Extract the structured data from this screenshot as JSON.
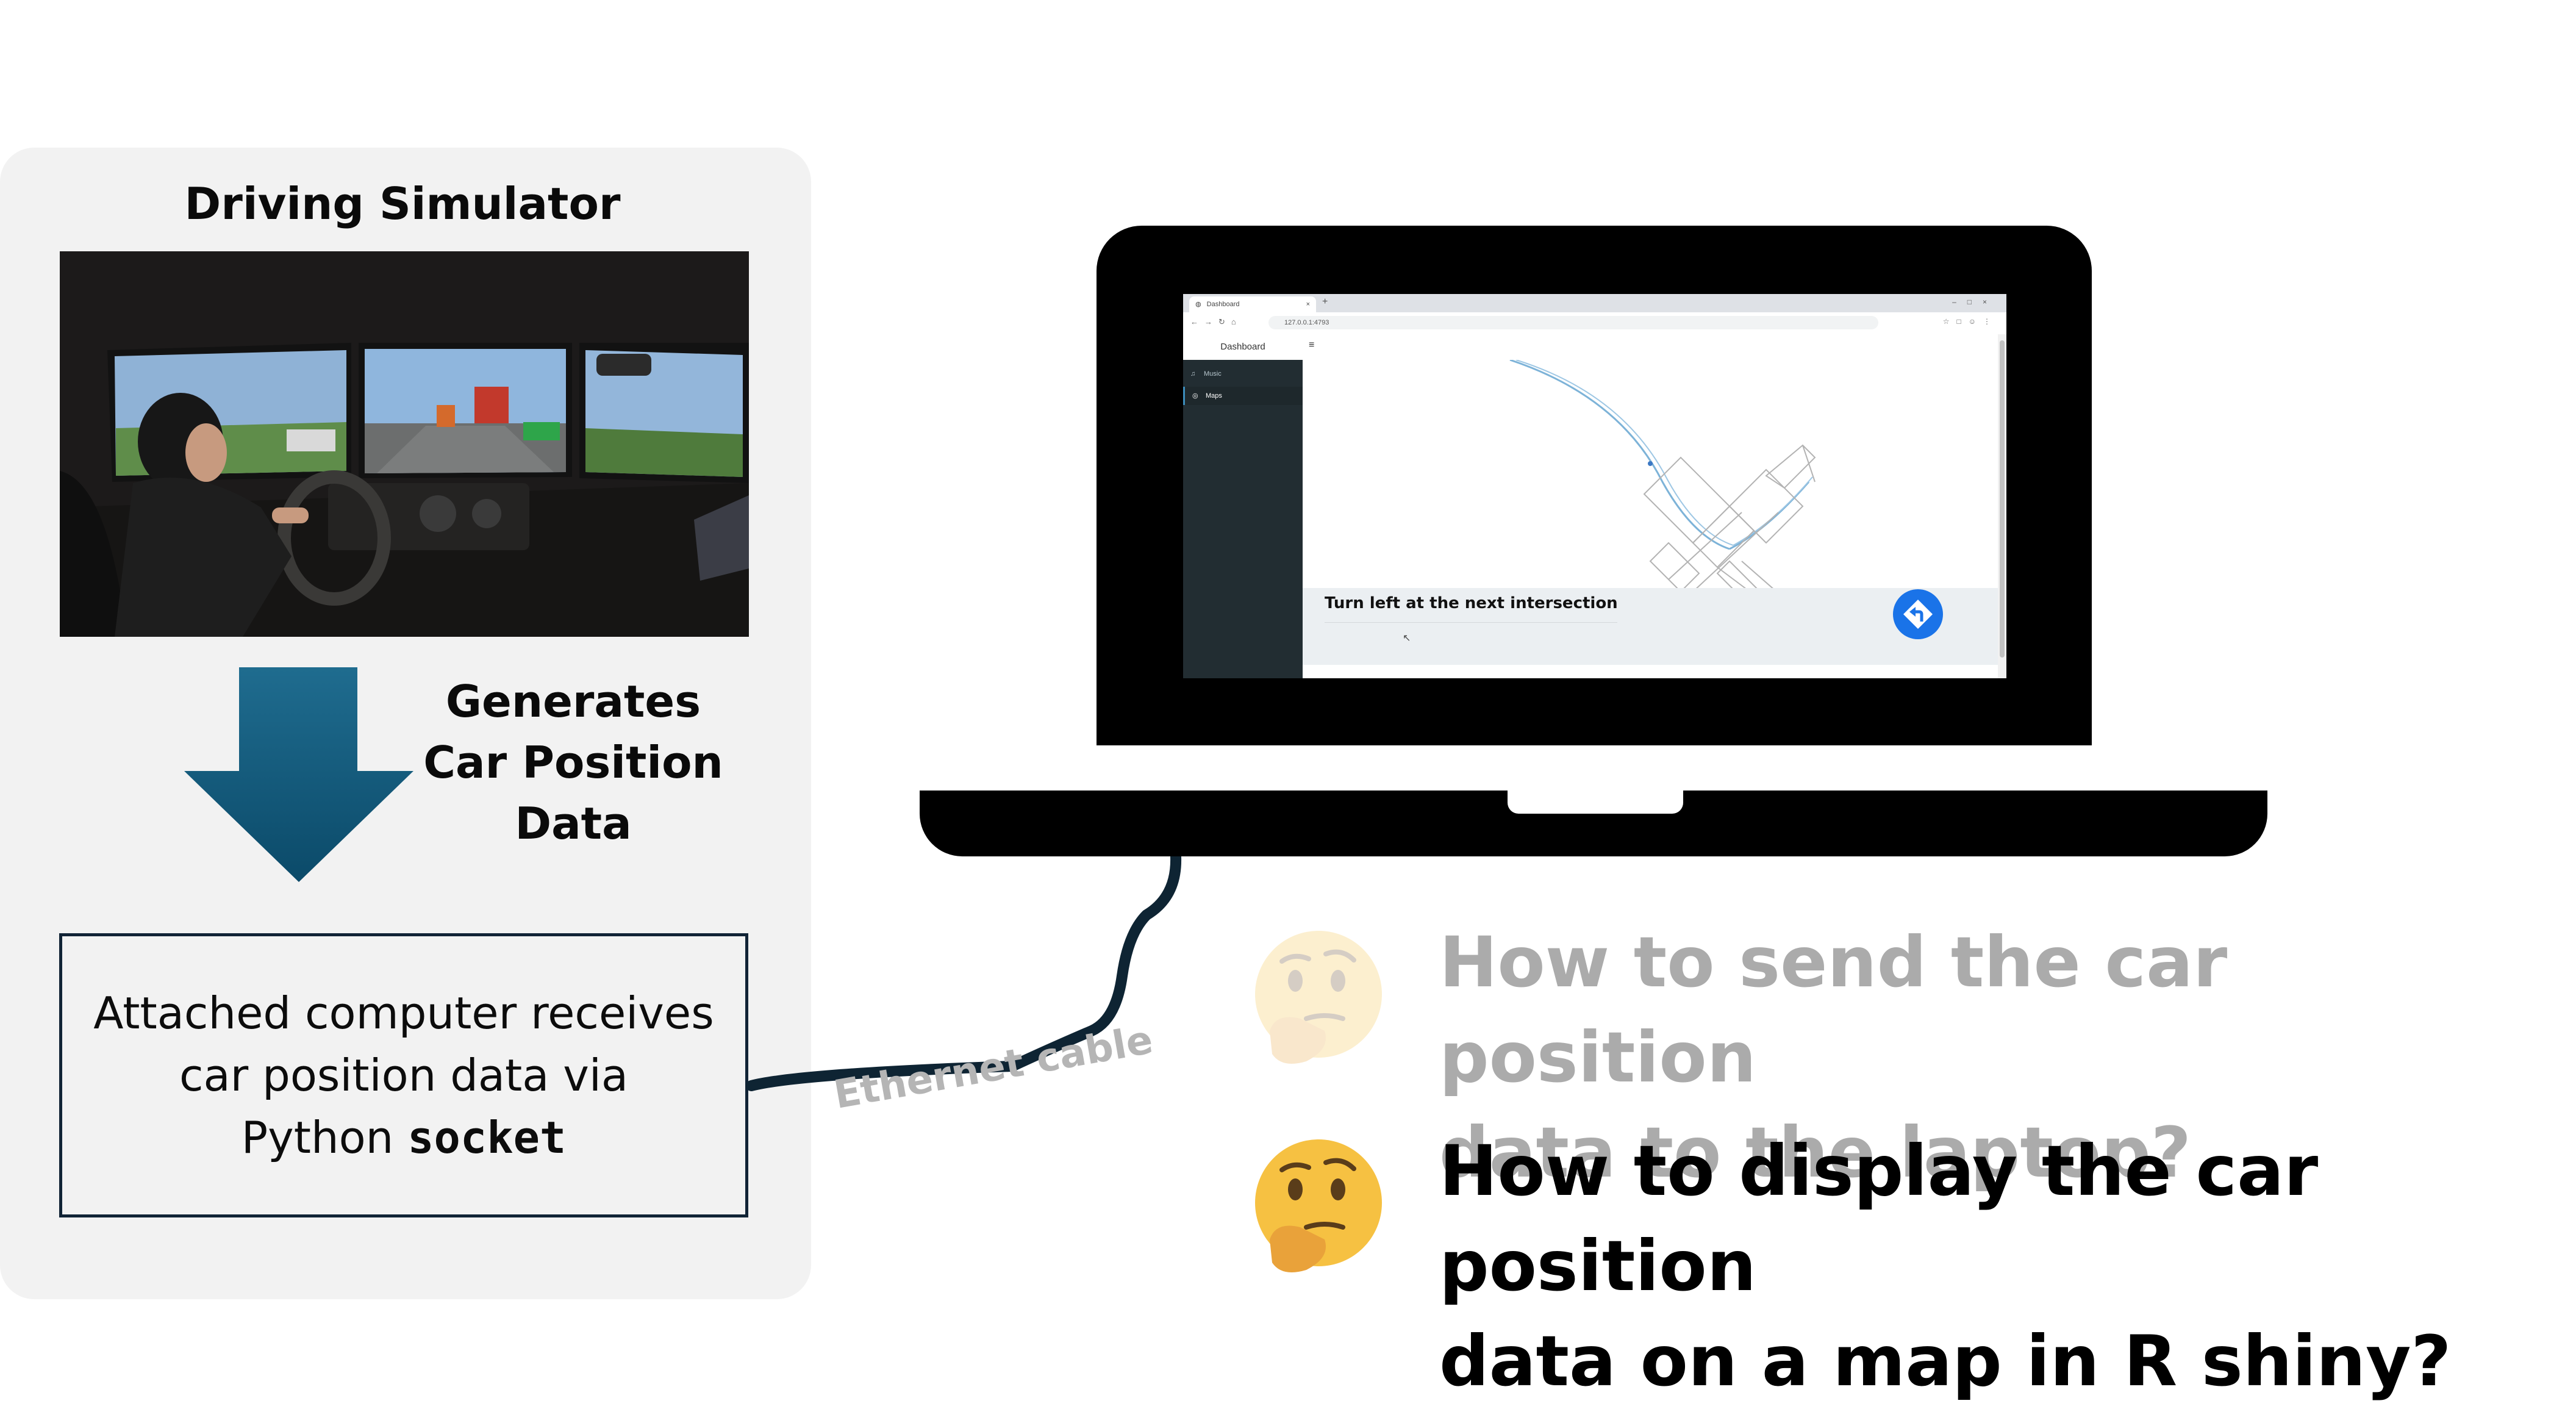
{
  "simulator": {
    "title": "Driving Simulator",
    "arrow_label_lines": [
      "Generates",
      "Car Position",
      "Data"
    ],
    "computer_box": {
      "line1": "Attached computer receives",
      "line2": "car position data via",
      "line3_prefix": "Python ",
      "line3_code": "socket"
    }
  },
  "cable": {
    "label": "Ethernet cable"
  },
  "laptop_screen": {
    "tab_title": "Dashboard",
    "url": "127.0.0.1:4793",
    "app_title": "Dashboard",
    "sidebar": [
      {
        "label": "Music",
        "icon": "music-note-icon"
      },
      {
        "label": "Maps",
        "icon": "compass-icon"
      }
    ],
    "direction_text": "Turn left at the next intersection",
    "turn_icon": "turn-left-sign-icon"
  },
  "questions": [
    {
      "text_line1": "How to send the car position",
      "text_line2": "data to the laptop?",
      "emoji": "thinking-face-faded",
      "color": "#ababab"
    },
    {
      "text_line1": "How to display the car position",
      "text_line2": "data on a map in R shiny?",
      "emoji": "thinking-face",
      "color": "#000000"
    }
  ],
  "colors": {
    "arrow_top": "#1f6c8f",
    "arrow_bottom": "#0b4a69",
    "box_border": "#112436",
    "cable": "#0e2433",
    "accent_blue": "#1a73e8"
  }
}
